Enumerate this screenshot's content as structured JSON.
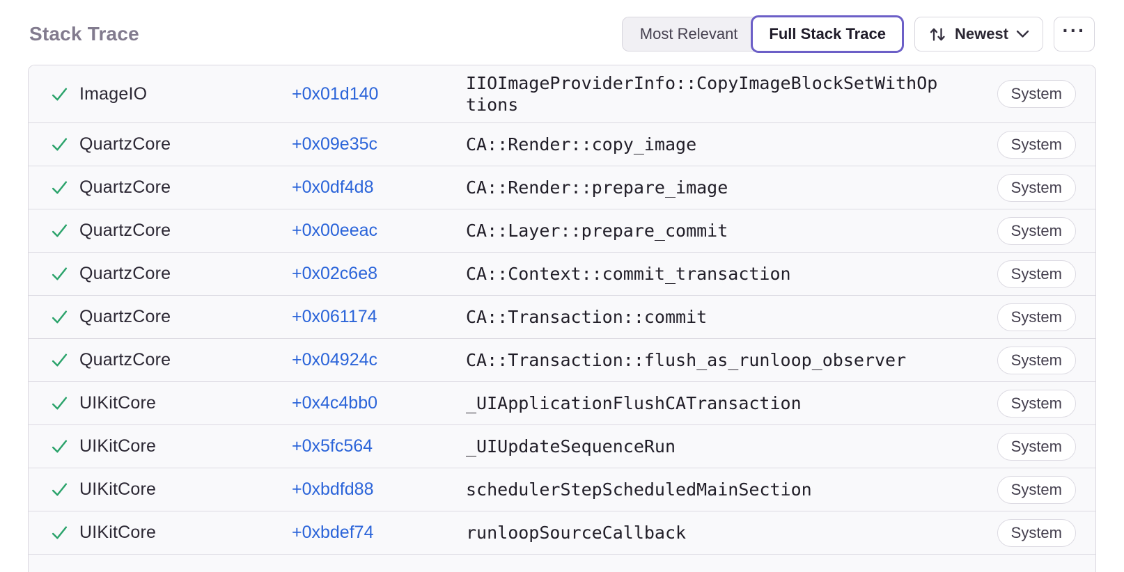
{
  "header": {
    "title": "Stack Trace",
    "toggle": {
      "most_relevant_label": "Most Relevant",
      "full_stack_trace_label": "Full Stack Trace",
      "selected": "Full Stack Trace"
    },
    "sort": {
      "label": "Newest",
      "icon": "sort-arrows-icon"
    },
    "more_label": "···"
  },
  "colors": {
    "accent_purple": "#6c5fc7",
    "link_blue": "#2b64d9",
    "check_green": "#2ba36b"
  },
  "table": {
    "rows": [
      {
        "module": "ImageIO",
        "address": "+0x01d140",
        "function": "IIOImageProviderInfo::CopyImageBlockSetWithOptions",
        "badge": "System"
      },
      {
        "module": "QuartzCore",
        "address": "+0x09e35c",
        "function": "CA::Render::copy_image",
        "badge": "System"
      },
      {
        "module": "QuartzCore",
        "address": "+0x0df4d8",
        "function": "CA::Render::prepare_image",
        "badge": "System"
      },
      {
        "module": "QuartzCore",
        "address": "+0x00eeac",
        "function": "CA::Layer::prepare_commit",
        "badge": "System"
      },
      {
        "module": "QuartzCore",
        "address": "+0x02c6e8",
        "function": "CA::Context::commit_transaction",
        "badge": "System"
      },
      {
        "module": "QuartzCore",
        "address": "+0x061174",
        "function": "CA::Transaction::commit",
        "badge": "System"
      },
      {
        "module": "QuartzCore",
        "address": "+0x04924c",
        "function": "CA::Transaction::flush_as_runloop_observer",
        "badge": "System"
      },
      {
        "module": "UIKitCore",
        "address": "+0x4c4bb0",
        "function": "_UIApplicationFlushCATransaction",
        "badge": "System"
      },
      {
        "module": "UIKitCore",
        "address": "+0x5fc564",
        "function": "_UIUpdateSequenceRun",
        "badge": "System"
      },
      {
        "module": "UIKitCore",
        "address": "+0xbdfd88",
        "function": "schedulerStepScheduledMainSection",
        "badge": "System"
      },
      {
        "module": "UIKitCore",
        "address": "+0xbdef74",
        "function": "runloopSourceCallback",
        "badge": "System"
      }
    ]
  }
}
